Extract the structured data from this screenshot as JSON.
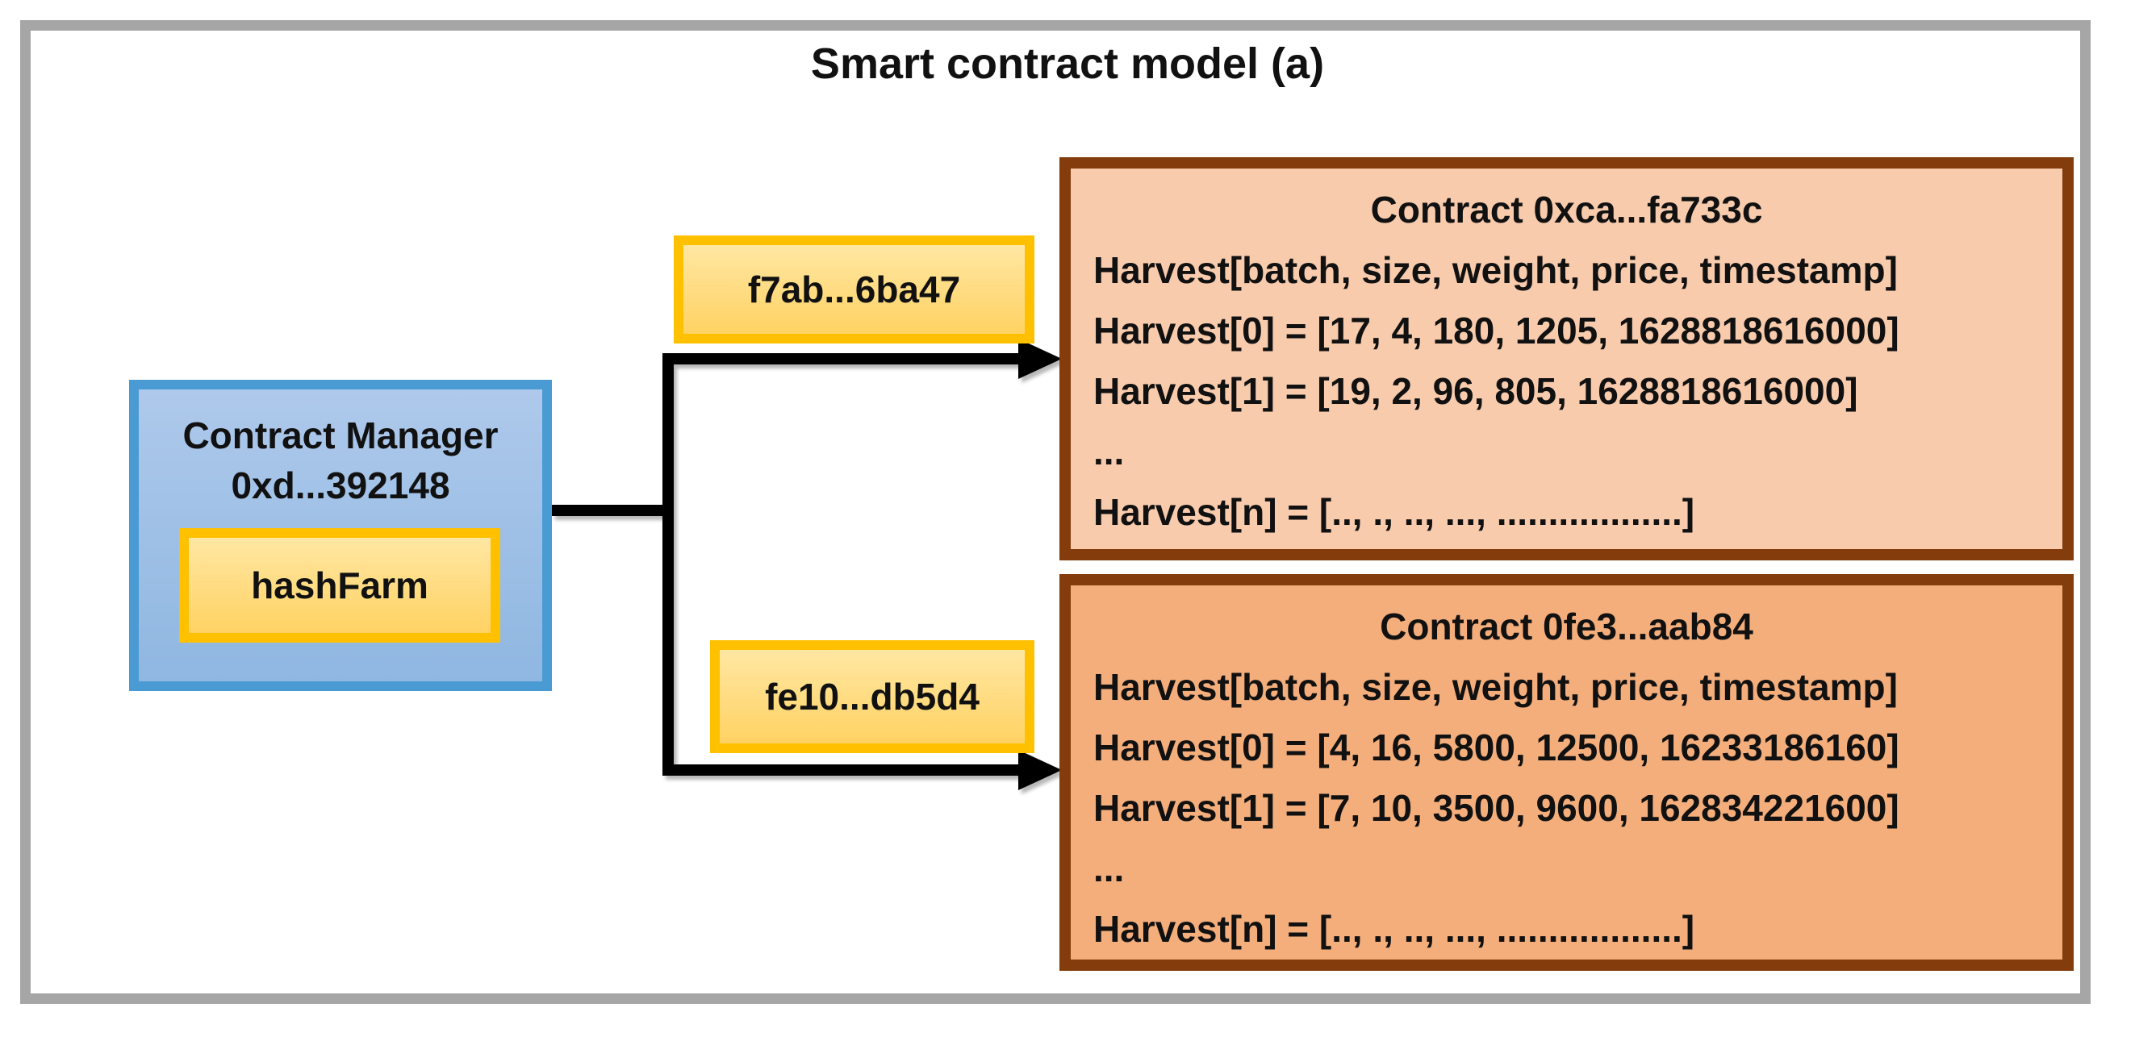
{
  "title": "Smart contract model (a)",
  "manager": {
    "name": "Contract Manager",
    "address": "0xd...392148",
    "method_label": "hashFarm"
  },
  "edges": {
    "top_tx_hash": "f7ab...6ba47",
    "bottom_tx_hash": "fe10...db5d4"
  },
  "contracts": [
    {
      "title": "Contract 0xca...fa733c",
      "schema": "Harvest[batch, size, weight, price, timestamp]",
      "rows": [
        "Harvest[0] = [17, 4, 180, 1205, 1628818616000]",
        "Harvest[1] = [19, 2, 96, 805, 1628818616000]",
        "...",
        "Harvest[n] = [.., ., .., ..., ..................]"
      ]
    },
    {
      "title": "Contract 0fe3...aab84",
      "schema": "Harvest[batch, size, weight, price, timestamp]",
      "rows": [
        "Harvest[0] = [4, 16, 5800, 12500, 16233186160]",
        "Harvest[1] = [7, 10, 3500, 9600, 162834221600]",
        "...",
        "Harvest[n] = [.., ., .., ..., ..................]"
      ]
    }
  ],
  "colors": {
    "frame_gray": "#a6a6a6",
    "manager_border": "#4a9ad4",
    "manager_fill": "#a9c7e9",
    "gold_border": "#ffc000",
    "gold_fill": "#ffdf8e",
    "contract_border": "#843c0c",
    "contract_top_fill": "#f8cbad",
    "contract_bottom_fill": "#f4ae7c",
    "connector": "#000000"
  }
}
